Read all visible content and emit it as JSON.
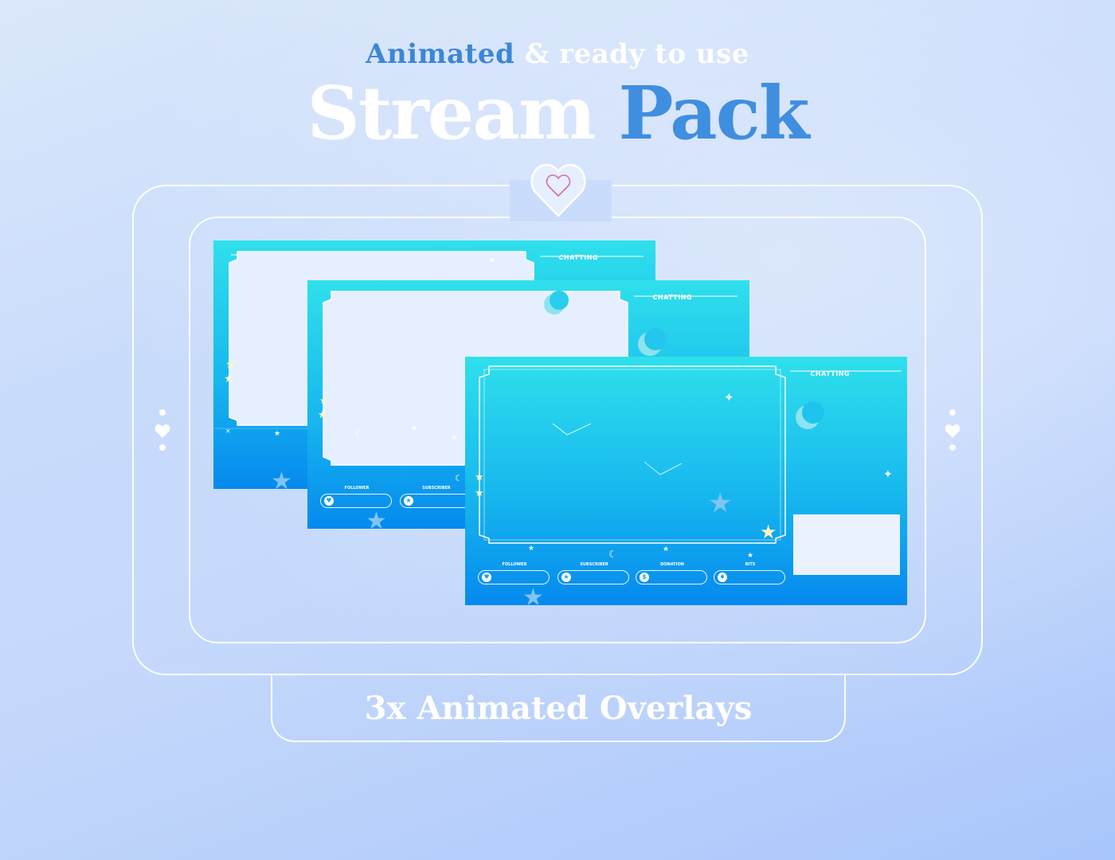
{
  "headline": {
    "top_part1": "Animated",
    "top_part2": "& ready to use",
    "main_part1": "Stream",
    "main_part2": "Pack"
  },
  "bottom_label": "3x Animated Overlays",
  "overlay": {
    "chat_title": "CHATTING",
    "stats": [
      {
        "label": "FOLLOWER",
        "icon": "♥"
      },
      {
        "label": "SUBSCRIBER",
        "icon": "★"
      },
      {
        "label": "DONATION",
        "icon": "$"
      },
      {
        "label": "BITS",
        "icon": "♦"
      }
    ]
  },
  "colors": {
    "accent": "#3f8ee0",
    "heart": "#d46ab0",
    "overlay_top": "#2fe0ec",
    "overlay_bottom": "#0589ee"
  },
  "icons": {
    "badge": "heart-icon",
    "side": "heart-icon"
  }
}
